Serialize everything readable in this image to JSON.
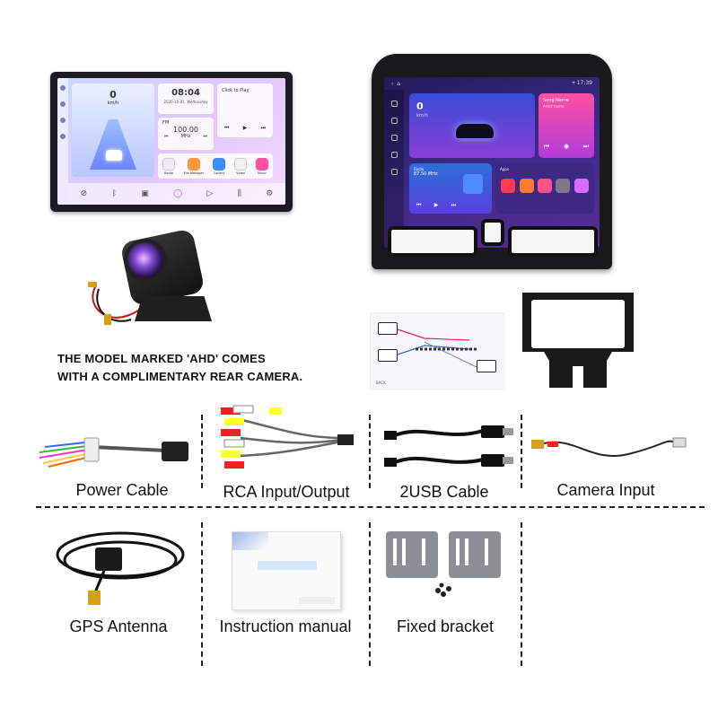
{
  "unit1": {
    "speed": "0",
    "speed_unit": "km/h",
    "clock": "08:04",
    "date": "2026-10-01",
    "weekday": "Wednesday",
    "click_to_play": "Click to Play",
    "fm_label": "FM",
    "frequency": "100.00",
    "freq_unit": "MHz",
    "apps": [
      {
        "label": "Radio",
        "color": "#f0eaff"
      },
      {
        "label": "File Manager",
        "color": "#ff9a3c"
      },
      {
        "label": "Gallery",
        "color": "#3c8cff"
      },
      {
        "label": "Video",
        "color": "#f2f2f2"
      },
      {
        "label": "Music",
        "color": "#ff4fa2"
      }
    ]
  },
  "unit2": {
    "time": "17:39",
    "speed": "0",
    "speed_unit": "km/h",
    "song_name": "Song Name",
    "artist": "Artist name",
    "radio_label": "Radio",
    "radio_freq": "87.50 MHz",
    "apps_label": "Apps",
    "app_colors": [
      "#ff3b4e",
      "#ff7a2e",
      "#ff4f8a",
      "#7a7a8a",
      "#d86cff"
    ]
  },
  "camera_note": {
    "line1": "THE MODEL MARKED 'AHD' COMES",
    "line2": "WITH A COMPLIMENTARY REAR CAMERA."
  },
  "wiring_label": "BACK",
  "captions": {
    "power": "Power Cable",
    "rca": "RCA Input/Output",
    "usb": "2USB  Cable",
    "camera": "Camera  Input",
    "gps": "GPS  Antenna",
    "manual": "Instruction manual",
    "bracket": "Fixed bracket"
  }
}
